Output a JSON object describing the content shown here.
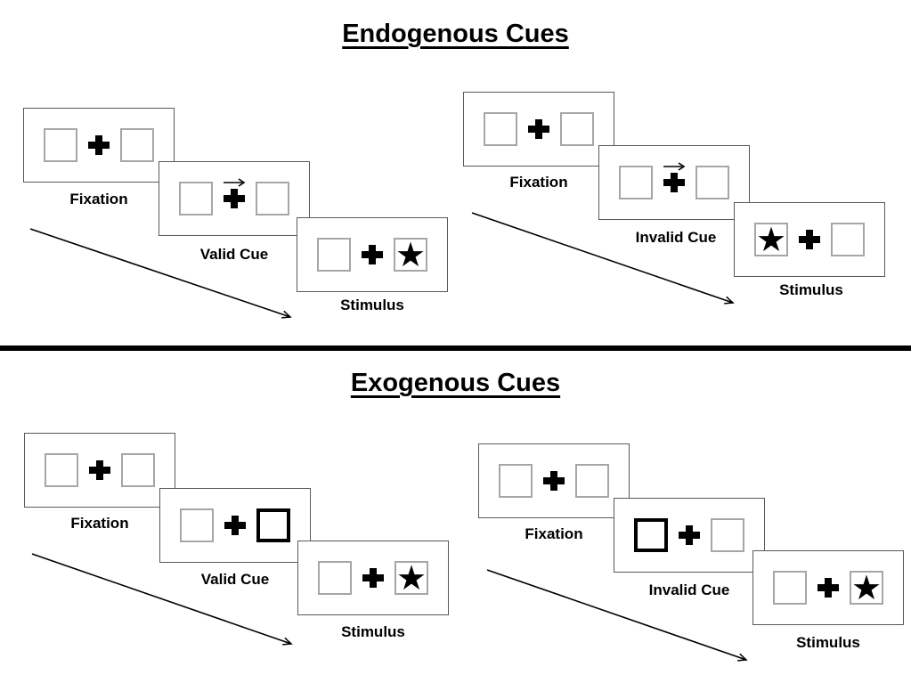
{
  "colors": {
    "background": "#ffffff",
    "card_border": "#595959",
    "placeholder_box_border": "#a6a6a6",
    "ink": "#000000"
  },
  "glyphs": {
    "star": "★"
  },
  "icons": {
    "fixation_cross": "heavy-plus-icon",
    "endogenous_cue": "small-right-arrow-icon",
    "exogenous_cue": "bold-outline-box",
    "target": "black-star-icon",
    "timeline": "diagonal-down-right-arrow-icon"
  },
  "sections": [
    {
      "title": "Endogenous Cues",
      "panels": [
        {
          "name": "valid-trial",
          "cue_description": "central right arrow above fixation cross",
          "target_side": "right",
          "steps": [
            {
              "label": "Fixation"
            },
            {
              "label": "Valid Cue"
            },
            {
              "label": "Stimulus"
            }
          ]
        },
        {
          "name": "invalid-trial",
          "cue_description": "central right arrow above fixation cross",
          "target_side": "left",
          "steps": [
            {
              "label": "Fixation"
            },
            {
              "label": "Invalid Cue"
            },
            {
              "label": "Stimulus"
            }
          ]
        }
      ]
    },
    {
      "title": "Exogenous Cues",
      "panels": [
        {
          "name": "valid-trial",
          "cue_description": "bold outline on right box",
          "target_side": "right",
          "steps": [
            {
              "label": "Fixation"
            },
            {
              "label": "Valid Cue"
            },
            {
              "label": "Stimulus"
            }
          ]
        },
        {
          "name": "invalid-trial",
          "cue_description": "bold outline on left box",
          "target_side": "right",
          "steps": [
            {
              "label": "Fixation"
            },
            {
              "label": "Invalid Cue"
            },
            {
              "label": "Stimulus"
            }
          ]
        }
      ]
    }
  ]
}
